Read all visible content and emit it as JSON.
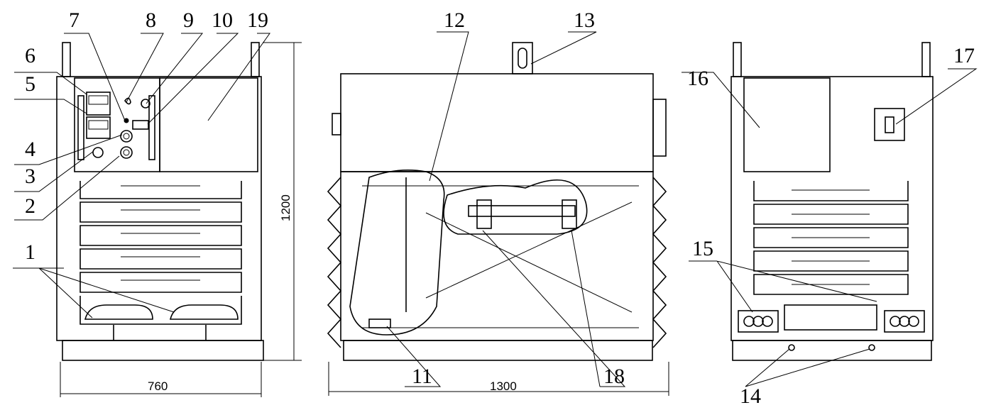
{
  "callouts": [
    {
      "id": "c1",
      "text": "1"
    },
    {
      "id": "c2",
      "text": "2"
    },
    {
      "id": "c3",
      "text": "3"
    },
    {
      "id": "c4",
      "text": "4"
    },
    {
      "id": "c5",
      "text": "5"
    },
    {
      "id": "c6",
      "text": "6"
    },
    {
      "id": "c7",
      "text": "7"
    },
    {
      "id": "c8",
      "text": "8"
    },
    {
      "id": "c9",
      "text": "9"
    },
    {
      "id": "c10",
      "text": "10"
    },
    {
      "id": "c11",
      "text": "11"
    },
    {
      "id": "c12",
      "text": "12"
    },
    {
      "id": "c13",
      "text": "13"
    },
    {
      "id": "c14",
      "text": "14"
    },
    {
      "id": "c15",
      "text": "15"
    },
    {
      "id": "c16",
      "text": "16"
    },
    {
      "id": "c17",
      "text": "17"
    },
    {
      "id": "c18",
      "text": "18"
    },
    {
      "id": "c19",
      "text": "19"
    }
  ],
  "dimensions": {
    "front_width": "760",
    "side_width": "1300",
    "height": "1200"
  }
}
